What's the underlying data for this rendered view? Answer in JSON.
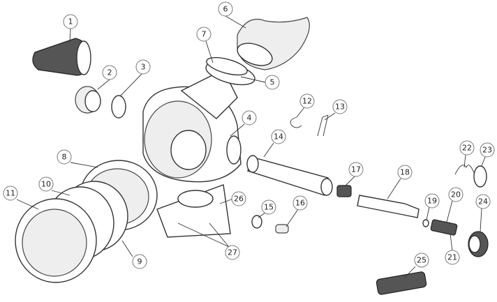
{
  "diagram": {
    "title": "Regulator second stage exploded view",
    "callouts": [
      "1",
      "2",
      "3",
      "4",
      "5",
      "6",
      "7",
      "8",
      "9",
      "10",
      "11",
      "12",
      "13",
      "14",
      "15",
      "16",
      "17",
      "18",
      "19",
      "20",
      "21",
      "22",
      "23",
      "24",
      "25",
      "26",
      "27"
    ]
  }
}
